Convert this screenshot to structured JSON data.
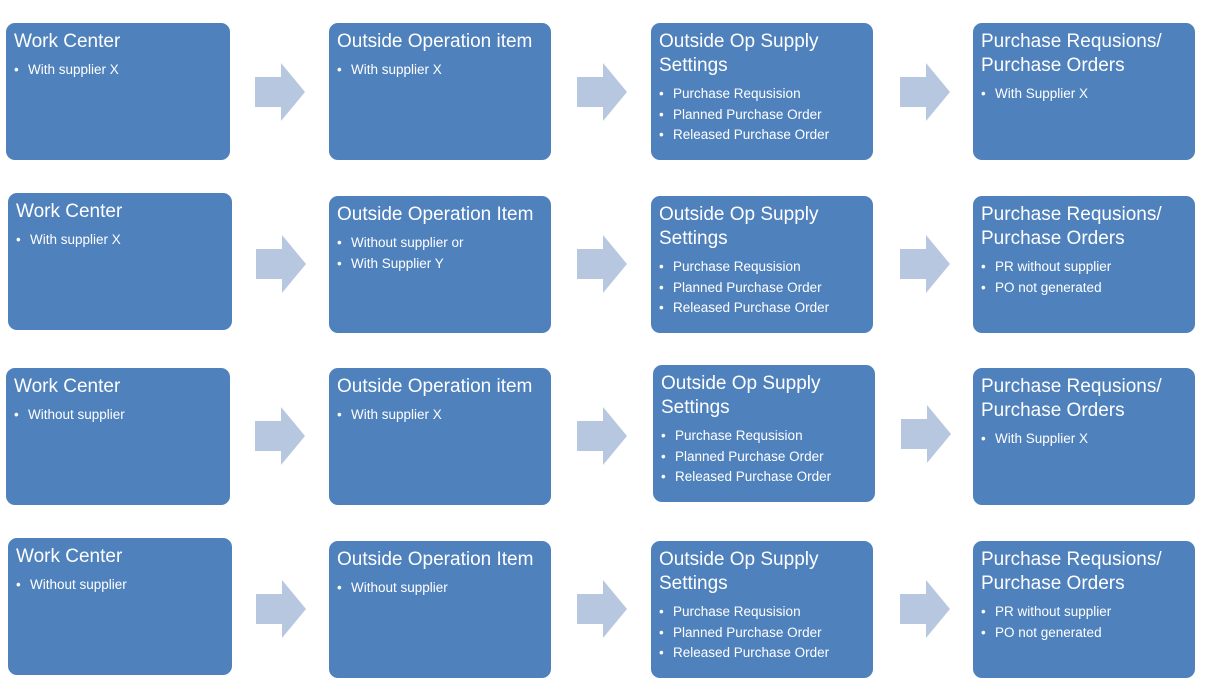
{
  "colors": {
    "box_fill": "#4f81bd",
    "arrow_fill": "#b8c7e0",
    "text": "#ffffff"
  },
  "rows": [
    {
      "boxes": [
        {
          "title": "Work Center",
          "items": [
            "With supplier X"
          ]
        },
        {
          "title": "Outside Operation item",
          "items": [
            "With supplier X"
          ]
        },
        {
          "title": "Outside Op Supply Settings",
          "items": [
            "Purchase Requsision",
            "Planned Purchase Order",
            "Released Purchase Order"
          ]
        },
        {
          "title": "Purchase Requsions/ Purchase Orders",
          "items": [
            "With Supplier X"
          ]
        }
      ]
    },
    {
      "boxes": [
        {
          "title": "Work Center",
          "items": [
            "With supplier X"
          ]
        },
        {
          "title": "Outside Operation Item",
          "items": [
            "Without supplier or",
            "With Supplier Y"
          ]
        },
        {
          "title": "Outside Op Supply Settings",
          "items": [
            "Purchase Requsision",
            "Planned Purchase Order",
            "Released Purchase Order"
          ]
        },
        {
          "title": "Purchase Requsions/ Purchase Orders",
          "items": [
            "PR without supplier",
            "PO not generated"
          ]
        }
      ]
    },
    {
      "boxes": [
        {
          "title": "Work Center",
          "items": [
            "Without supplier"
          ]
        },
        {
          "title": "Outside Operation item",
          "items": [
            "With supplier X"
          ]
        },
        {
          "title": "Outside Op Supply Settings",
          "items": [
            "Purchase Requsision",
            "Planned Purchase Order",
            "Released Purchase Order"
          ]
        },
        {
          "title": "Purchase Requsions/ Purchase Orders",
          "items": [
            "With Supplier X"
          ]
        }
      ]
    },
    {
      "boxes": [
        {
          "title": "Work Center",
          "items": [
            "Without supplier"
          ]
        },
        {
          "title": "Outside Operation Item",
          "items": [
            "Without supplier"
          ]
        },
        {
          "title": "Outside Op Supply Settings",
          "items": [
            "Purchase Requsision",
            "Planned Purchase Order",
            "Released Purchase Order"
          ]
        },
        {
          "title": "Purchase Requsions/ Purchase Orders",
          "items": [
            "PR without supplier",
            "PO not generated"
          ]
        }
      ]
    }
  ]
}
